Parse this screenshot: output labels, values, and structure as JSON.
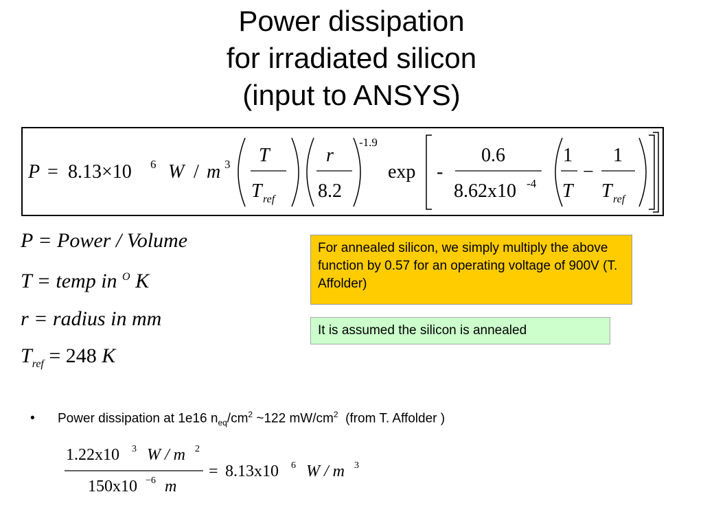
{
  "title": {
    "line1": "Power dissipation",
    "line2": "for irradiated silicon",
    "line3": "(input to ANSYS)"
  },
  "formula": {
    "p": "P",
    "eq": "=",
    "coef": "8.13×10",
    "coef_exp": "6",
    "unit_w": "W",
    "slash": "/",
    "unit_m": "m",
    "unit_exp": "3",
    "t": "T",
    "tref_t": "T",
    "tref_sub": "ref",
    "r": "r",
    "r_den": "8.2",
    "power": "-1.9",
    "exp": "exp",
    "minus_sign": "-",
    "num_06": "0.6",
    "den_base": "8.62x10",
    "den_exp": "-4",
    "one_a": "1",
    "t_b": "T",
    "minus": "−",
    "one_b": "1",
    "tref2_t": "T",
    "tref2_sub": "ref"
  },
  "definitions": {
    "p_def": "P = Power / Volume",
    "t_def_pre": "T = temp in ",
    "t_def_sup": "O",
    "t_def_post": " K",
    "r_def": "r = radius in mm",
    "tref_t": "T",
    "tref_sub": "ref",
    "tref_eq": " = ",
    "tref_val": "248",
    "tref_unit": " K"
  },
  "notes": {
    "annealed_factor": "For annealed silicon, we simply multiply the above function by 0.57 for an operating voltage of 900V (T. Affolder)",
    "assumption": "It is assumed the silicon is annealed"
  },
  "bullet": {
    "dot": "•",
    "pre": "Power dissipation at 1e16 n",
    "sub": "eq",
    "mid1": "/cm",
    "sup1": "2",
    "mid2": " ~122 mW/cm",
    "sup2": "2",
    "post": "  (from T. Affolder )"
  },
  "calc": {
    "num": "1.22x10",
    "num_exp": "3",
    "num_unit": "W / m",
    "num_unit_exp": "2",
    "den": "150x10",
    "den_exp": "−6",
    "den_unit": "m",
    "eq": "=",
    "result": "8.13x10",
    "result_exp": "6",
    "result_unit": "W / m",
    "result_unit_exp": "3"
  }
}
